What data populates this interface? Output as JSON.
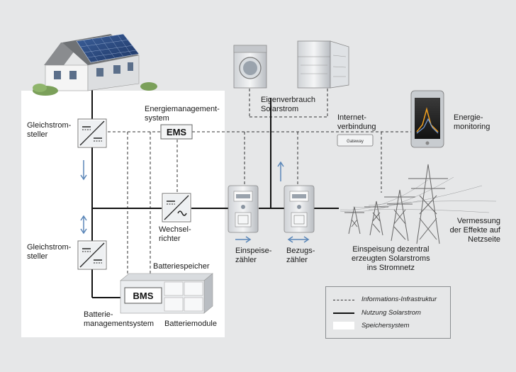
{
  "labels": {
    "gleichstromsteller_top": "Gleichstrom-\nsteller",
    "gleichstromsteller_bottom": "Gleichstrom-\nsteller",
    "energiemanagement": "Energiemanagement-\nsystem",
    "ems": "EMS",
    "bms": "BMS",
    "eigenverbrauch": "Eigenverbrauch\nSolarstrom",
    "internet": "Internet-\nverbindung",
    "gateway": "Gateway",
    "monitoring": "Energie-\nmonitoring",
    "wechselrichter": "Wechsel-\nrichter",
    "einspeisezaehler": "Einspeise-\nzähler",
    "bezugszaehler": "Bezugs-\nzähler",
    "einspeisung": "Einspeisung dezentral\nerzeugten Solarstroms\nins Stromnetz",
    "vermessung": "Vermessung\nder Effekte auf\nNetzseite",
    "batteriespeicher": "Batteriespeicher",
    "batteriemanagement": "Batterie-\nmanagementsystem",
    "batteriemodule": "Batteriemodule"
  },
  "legend": {
    "informations": "Informations-Infrastruktur",
    "nutzung": "Nutzung Solarstrom",
    "speicher": "Speichersystem"
  }
}
